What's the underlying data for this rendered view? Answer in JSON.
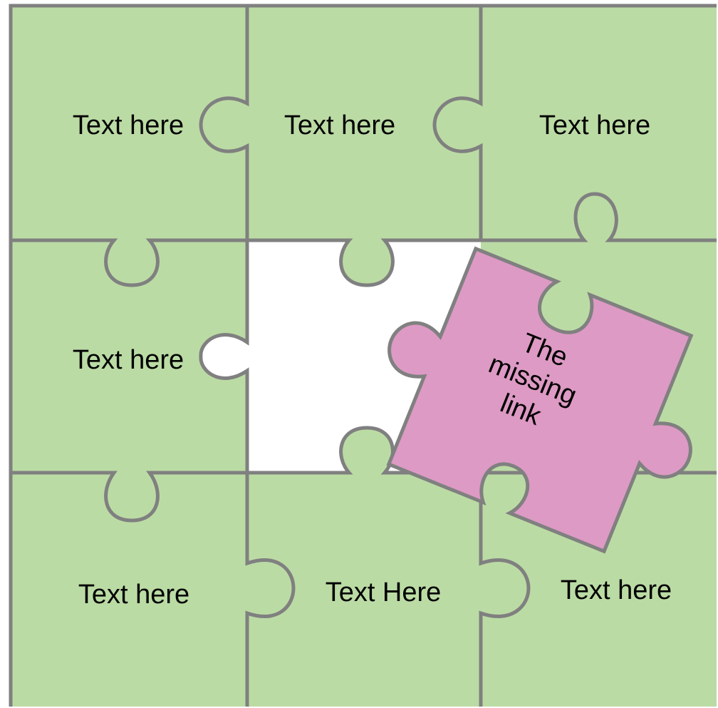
{
  "colors": {
    "piece_fill": "#bbdba4",
    "outline": "#808080",
    "hole_fill": "#ffffff",
    "missing_fill": "#dd9ac4"
  },
  "pieces": [
    {
      "label": "Text here"
    },
    {
      "label": "Text here"
    },
    {
      "label": "Text here"
    },
    {
      "label": "Text here"
    },
    {
      "label": ""
    },
    {
      "label": ""
    },
    {
      "label": "Text here"
    },
    {
      "label": "Text Here"
    },
    {
      "label": "Text here"
    }
  ],
  "missing_piece": {
    "lines": [
      "The",
      "missing",
      "link"
    ]
  }
}
